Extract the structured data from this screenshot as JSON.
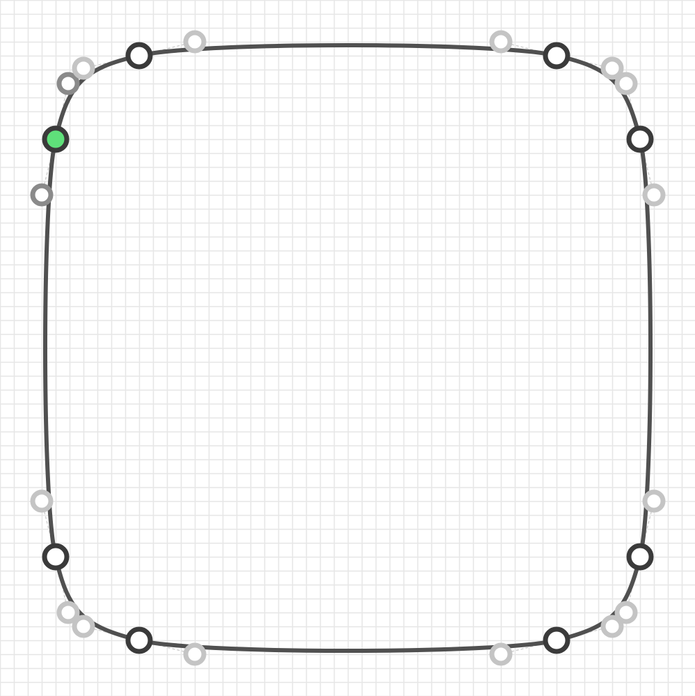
{
  "editor": {
    "mode": "bezier-path-edit",
    "grid_visible": true,
    "path_closed": true,
    "selected_anchor": "anchor-left-top",
    "anchor_count": 8,
    "handle_count": 16
  },
  "colors": {
    "background": "#ffffff",
    "grid_line": "#e6e6e6",
    "path_stroke": "#505050",
    "anchor_stroke": "#3a3a3a",
    "anchor_fill": "#ffffff",
    "selected_anchor_fill": "#5fe07a",
    "selected_handle_stroke": "#8a8a8a",
    "handle_stroke": "#c4c4c4",
    "handle_line": "#d0d0d0"
  },
  "icons": {
    "anchor": "hollow-circle-anchor-icon",
    "selected_anchor": "filled-green-anchor-icon",
    "handle": "hollow-circle-handle-icon"
  }
}
